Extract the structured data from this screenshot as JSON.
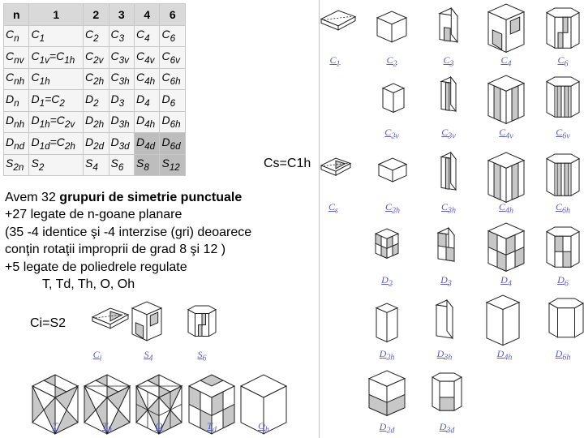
{
  "table": {
    "header": [
      "n",
      "1",
      "2",
      "3",
      "4",
      "6"
    ],
    "rows": [
      [
        {
          "b": "C",
          "s": "n"
        },
        {
          "b": "C",
          "s": "1"
        },
        {
          "b": "C",
          "s": "2"
        },
        {
          "b": "C",
          "s": "3"
        },
        {
          "b": "C",
          "s": "4"
        },
        {
          "b": "C",
          "s": "6"
        }
      ],
      [
        {
          "b": "C",
          "s": "nv"
        },
        {
          "b": "C",
          "s": "1v",
          "t": "=C",
          "s2": "1h"
        },
        {
          "b": "C",
          "s": "2v"
        },
        {
          "b": "C",
          "s": "3v"
        },
        {
          "b": "C",
          "s": "4v"
        },
        {
          "b": "C",
          "s": "6v"
        }
      ],
      [
        {
          "b": "C",
          "s": "nh"
        },
        {
          "b": "C",
          "s": "1h"
        },
        {
          "b": "C",
          "s": "2h"
        },
        {
          "b": "C",
          "s": "3h"
        },
        {
          "b": "C",
          "s": "4h"
        },
        {
          "b": "C",
          "s": "6h"
        }
      ],
      [
        {
          "b": "D",
          "s": "n"
        },
        {
          "b": "D",
          "s": "1",
          "t": "=C",
          "s2": "2"
        },
        {
          "b": "D",
          "s": "2"
        },
        {
          "b": "D",
          "s": "3"
        },
        {
          "b": "D",
          "s": "4"
        },
        {
          "b": "D",
          "s": "6"
        }
      ],
      [
        {
          "b": "D",
          "s": "nh"
        },
        {
          "b": "D",
          "s": "1h",
          "t": "=C",
          "s2": "2v"
        },
        {
          "b": "D",
          "s": "2h"
        },
        {
          "b": "D",
          "s": "3h"
        },
        {
          "b": "D",
          "s": "4h"
        },
        {
          "b": "D",
          "s": "6h"
        }
      ],
      [
        {
          "b": "D",
          "s": "nd"
        },
        {
          "b": "D",
          "s": "1d",
          "t": "=C",
          "s2": "2h"
        },
        {
          "b": "D",
          "s": "2d"
        },
        {
          "b": "D",
          "s": "3d"
        },
        {
          "b": "D",
          "s": "4d",
          "grey": true
        },
        {
          "b": "D",
          "s": "6d",
          "grey": true
        }
      ],
      [
        {
          "b": "S",
          "s": "2n"
        },
        {
          "b": "S",
          "s": "2"
        },
        {
          "b": "S",
          "s": "4"
        },
        {
          "b": "S",
          "s": "6"
        },
        {
          "b": "S",
          "s": "8",
          "grey": true
        },
        {
          "b": "S",
          "s": "12",
          "grey": true
        }
      ]
    ]
  },
  "text": {
    "line1_pre": "Avem 32 ",
    "line1_bold": "grupuri de simetrie punctuale",
    "line2": "+27 legate de n-goane planare",
    "line3": "(35 -4 identice şi -4 interzise (gri) deoarece",
    "line4": "conţin rotaţii improprii de grad 8 şi 12 )",
    "line5": "+5 legate de poliedrele regulate",
    "line6": "T, Td, Th, O, Oh",
    "ci": "Ci=S2",
    "cs": "Cs=C1h"
  },
  "groups": [
    {
      "base": "C",
      "sub": "1"
    },
    {
      "base": "C",
      "sub": "2"
    },
    {
      "base": "C",
      "sub": "3"
    },
    {
      "base": "C",
      "sub": "4"
    },
    {
      "base": "C",
      "sub": "6"
    },
    {
      "base": "C",
      "sub": "2v"
    },
    {
      "base": "C",
      "sub": "3v"
    },
    {
      "base": "C",
      "sub": "4v"
    },
    {
      "base": "C",
      "sub": "6v"
    },
    {
      "base": "C",
      "sub": "s"
    },
    {
      "base": "C",
      "sub": "2h"
    },
    {
      "base": "C",
      "sub": "3h"
    },
    {
      "base": "C",
      "sub": "4h"
    },
    {
      "base": "C",
      "sub": "6h"
    },
    {
      "base": "D",
      "sub": "2"
    },
    {
      "base": "D",
      "sub": "3"
    },
    {
      "base": "D",
      "sub": "4"
    },
    {
      "base": "D",
      "sub": "6"
    },
    {
      "base": "D",
      "sub": "2h"
    },
    {
      "base": "D",
      "sub": "3h"
    },
    {
      "base": "D",
      "sub": "4h"
    },
    {
      "base": "D",
      "sub": "6h"
    },
    {
      "base": "D",
      "sub": "2d"
    },
    {
      "base": "D",
      "sub": "3d"
    },
    {
      "base": "C",
      "sub": "i"
    },
    {
      "base": "S",
      "sub": "4"
    },
    {
      "base": "S",
      "sub": "6"
    },
    {
      "base": "T",
      "sub": ""
    },
    {
      "base": "T",
      "sub": "h"
    },
    {
      "base": "O",
      "sub": ""
    },
    {
      "base": "T",
      "sub": "d"
    },
    {
      "base": "O",
      "sub": "h"
    }
  ],
  "colors": {
    "header_bg": "#d9d9d9",
    "cell_bg": "#f5f5f5",
    "forbidden_bg": "#bdbdbd",
    "link": "#5a5acc",
    "face_shade": "#c8c8c8"
  }
}
